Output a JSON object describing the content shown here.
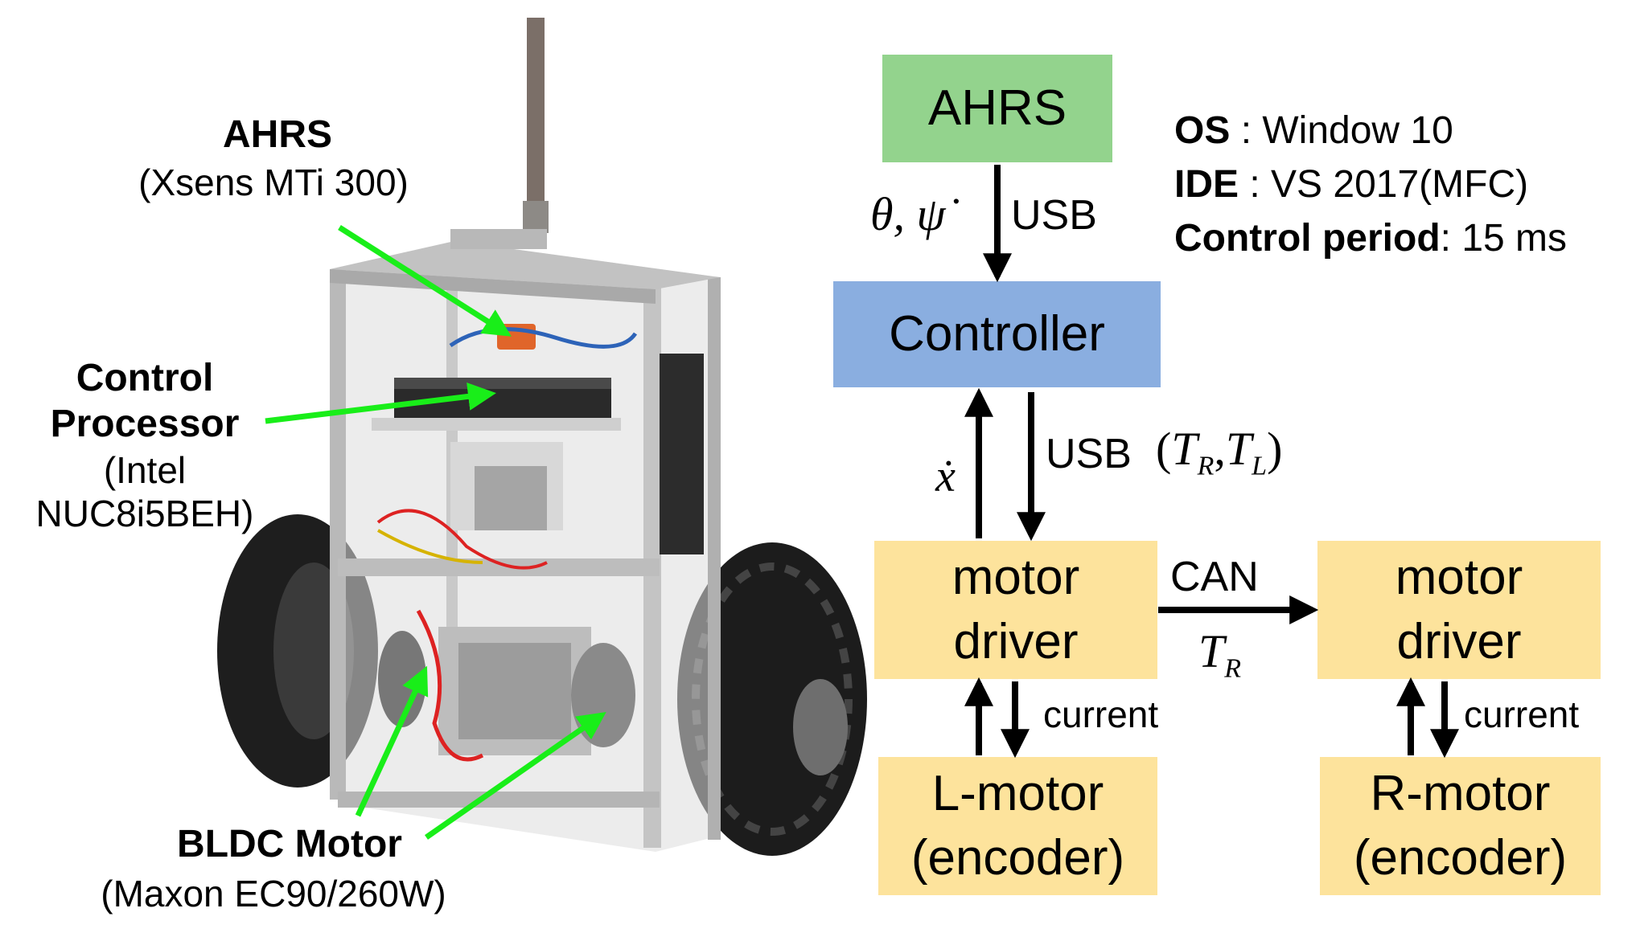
{
  "photo": {
    "ahrs": {
      "title": "AHRS",
      "sub": "(Xsens MTi 300)"
    },
    "processor": {
      "title_line1": "Control",
      "title_line2": "Processor",
      "sub_line1": "(Intel",
      "sub_line2": "NUC8i5BEH)"
    },
    "motor": {
      "title": "BLDC Motor",
      "sub": "(Maxon EC90/260W)"
    }
  },
  "diagram": {
    "ahrs_block": "AHRS",
    "controller_block": "Controller",
    "driver_left_line1": "motor",
    "driver_left_line2": "driver",
    "driver_right_line1": "motor",
    "driver_right_line2": "driver",
    "lmotor_line1": "L-motor",
    "lmotor_line2": "(encoder)",
    "rmotor_line1": "R-motor",
    "rmotor_line2": "(encoder)",
    "ahrs_signal": "θ, ψ̇",
    "usb_top": "USB",
    "xdot": "ẋ",
    "usb_cmd": "USB",
    "torque_pair_open": "(",
    "tr": "T",
    "tr_sub": "R",
    "comma": ",",
    "tl": "T",
    "tl_sub": "L",
    "torque_pair_close": ")",
    "can": "CAN",
    "can_tr": "T",
    "can_tr_sub": "R",
    "current_left": "current",
    "current_right": "current"
  },
  "system": {
    "os_key": "OS",
    "os_val": " : Window 10",
    "ide_key": "IDE",
    "ide_val": " : VS 2017(MFC)",
    "period_key": "Control period",
    "period_val": ": 15 ms"
  },
  "colors": {
    "sensor": "#93d38d",
    "controller": "#8aaee0",
    "driver": "#fde39c",
    "callout": "#19ee19"
  }
}
